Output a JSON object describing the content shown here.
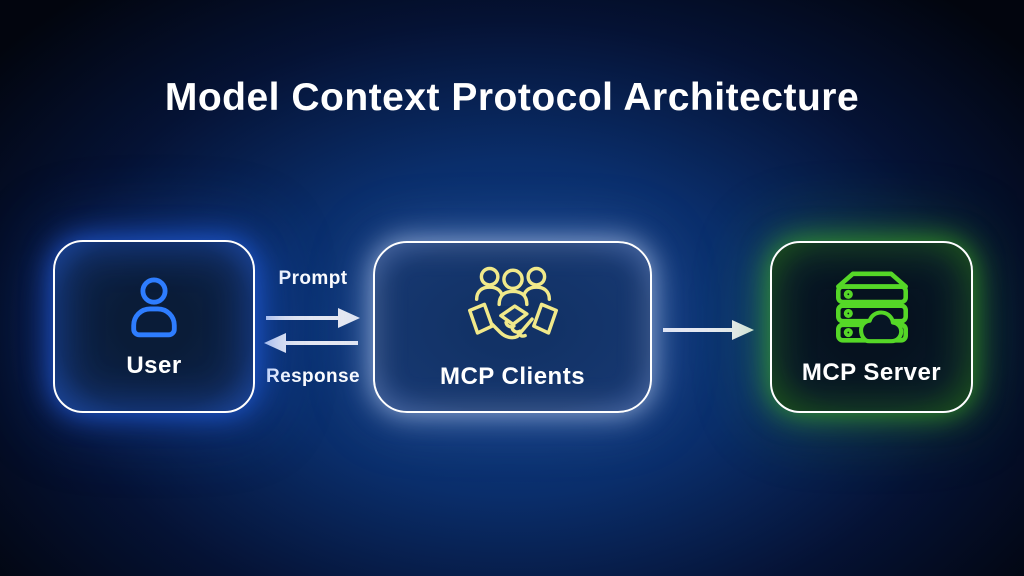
{
  "title": "Model Context Protocol Architecture",
  "nodes": [
    {
      "id": "user",
      "label": "User",
      "icon": "user-icon"
    },
    {
      "id": "mcp-clients",
      "label": "MCP Clients",
      "icon": "team-handshake-icon"
    },
    {
      "id": "mcp-server",
      "label": "MCP Server",
      "icon": "server-cloud-icon"
    }
  ],
  "edges": [
    {
      "from": "user",
      "to": "mcp-clients",
      "label": "Prompt",
      "direction": "right"
    },
    {
      "from": "mcp-clients",
      "to": "user",
      "label": "Response",
      "direction": "left"
    },
    {
      "from": "mcp-clients",
      "to": "mcp-server",
      "label": "",
      "direction": "right"
    }
  ],
  "colors": {
    "background_center": "#10418c",
    "background_mid": "#0a2e6b",
    "background_edge": "#02050e",
    "box_border": "#ffffff",
    "user_glow": "#2563eb",
    "user_fill": "#0a1c38",
    "user_icon": "#2e7dff",
    "clients_glow": "#d7e4ff",
    "clients_fill": "#16376f",
    "clients_icon": "#f1e98a",
    "server_glow": "#4ac91c",
    "server_fill": "#071525",
    "server_icon": "#55d727",
    "arrow": "#e8eaf2",
    "text": "#ffffff"
  }
}
